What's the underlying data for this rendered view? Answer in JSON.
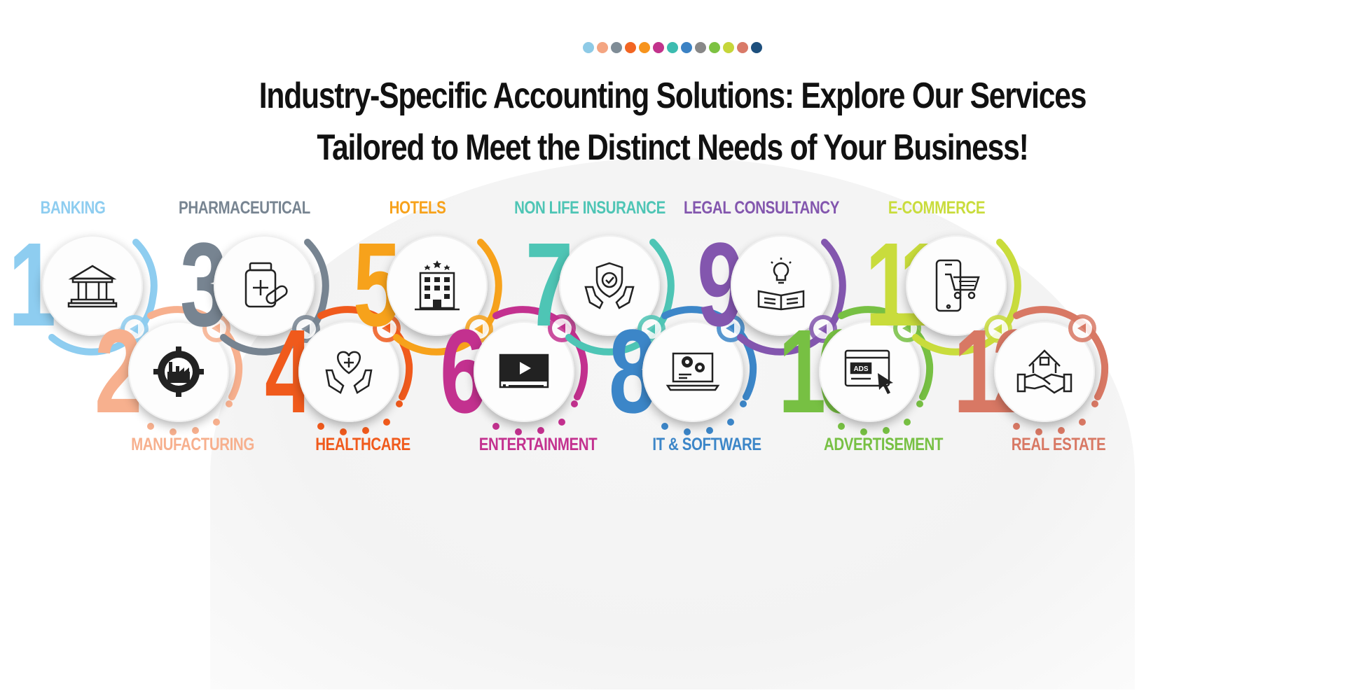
{
  "header": {
    "title_line1": "Industry-Specific Accounting Solutions: Explore Our Services",
    "title_line2": "Tailored to Meet the Distinct Needs of Your Business!",
    "dot_colors": [
      "#8ecae6",
      "#f4a582",
      "#7f8c96",
      "#f26522",
      "#f7941d",
      "#c2338c",
      "#3cbcb0",
      "#3b82c4",
      "#888888",
      "#7dc242",
      "#c6d63a",
      "#d97a68",
      "#1d4f7d"
    ]
  },
  "industries": [
    {
      "number": "1",
      "label": "BANKING",
      "color": "#8ecdf0",
      "icon": "bank-icon"
    },
    {
      "number": "2",
      "label": "MANUFACTURING",
      "color": "#f7b08e",
      "icon": "factory-gear-icon"
    },
    {
      "number": "3",
      "label": "PHARMACEUTICAL",
      "color": "#778491",
      "icon": "medicine-bottle-icon"
    },
    {
      "number": "4",
      "label": "HEALTHCARE",
      "color": "#f05a1c",
      "icon": "hands-heart-icon"
    },
    {
      "number": "5",
      "label": "HOTELS",
      "color": "#f7a21b",
      "icon": "hotel-building-icon"
    },
    {
      "number": "6",
      "label": "ENTERTAINMENT",
      "color": "#c3318f",
      "icon": "video-player-icon"
    },
    {
      "number": "7",
      "label": "NON LIFE INSURANCE",
      "color": "#4ec5b5",
      "icon": "shield-hands-icon"
    },
    {
      "number": "8",
      "label": "IT & SOFTWARE",
      "color": "#3c86c8",
      "icon": "laptop-gears-icon"
    },
    {
      "number": "9",
      "label": "LEGAL CONSULTANCY",
      "color": "#8356ae",
      "icon": "book-lightbulb-icon"
    },
    {
      "number": "10",
      "label": "ADVERTISEMENT",
      "color": "#77c043",
      "icon": "ads-browser-icon"
    },
    {
      "number": "11",
      "label": "E-COMMERCE",
      "color": "#c9dc3c",
      "icon": "mobile-cart-icon"
    },
    {
      "number": "12",
      "label": "REAL ESTATE",
      "color": "#d87864",
      "icon": "house-handshake-icon"
    }
  ]
}
